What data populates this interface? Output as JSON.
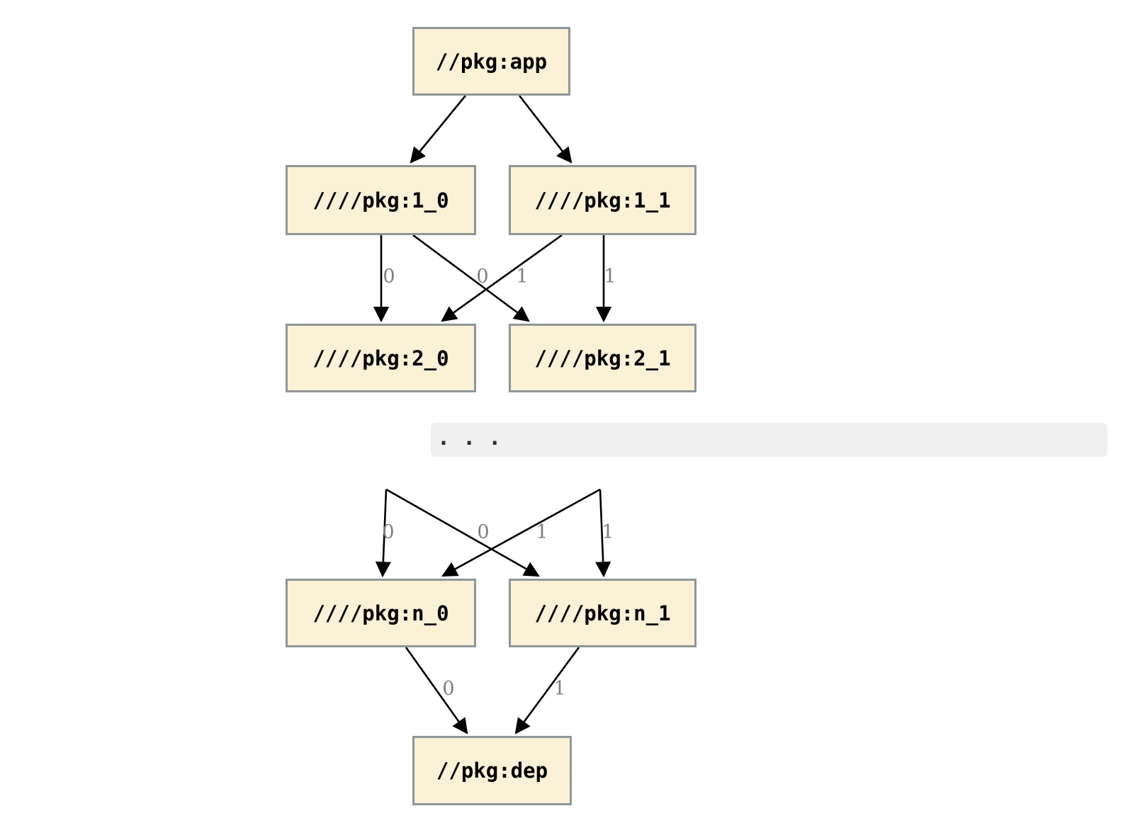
{
  "diagram": {
    "nodes": {
      "app": {
        "label": "//pkg:app"
      },
      "v1_0": {
        "label": "////pkg:1_0"
      },
      "v1_1": {
        "label": "////pkg:1_1"
      },
      "v2_0": {
        "label": "////pkg:2_0"
      },
      "v2_1": {
        "label": "////pkg:2_1"
      },
      "vn_0": {
        "label": "////pkg:n_0"
      },
      "vn_1": {
        "label": "////pkg:n_1"
      },
      "dep": {
        "label": "//pkg:dep"
      }
    },
    "ellipsis_label": ". . .",
    "edges": [
      {
        "from": "//pkg:app",
        "to": "////pkg:1_0",
        "label": ""
      },
      {
        "from": "//pkg:app",
        "to": "////pkg:1_1",
        "label": ""
      },
      {
        "from": "////pkg:1_0",
        "to": "////pkg:2_0",
        "label": "0"
      },
      {
        "from": "////pkg:1_0",
        "to": "////pkg:2_1",
        "label": "0"
      },
      {
        "from": "////pkg:1_1",
        "to": "////pkg:2_0",
        "label": "1"
      },
      {
        "from": "////pkg:1_1",
        "to": "////pkg:2_1",
        "label": "1"
      },
      {
        "from": "...",
        "to": "////pkg:n_0",
        "label": "0"
      },
      {
        "from": "...",
        "to": "////pkg:n_1",
        "label": "0"
      },
      {
        "from": "...",
        "to": "////pkg:n_0",
        "label": "1"
      },
      {
        "from": "...",
        "to": "////pkg:n_1",
        "label": "1"
      },
      {
        "from": "////pkg:n_0",
        "to": "//pkg:dep",
        "label": "0"
      },
      {
        "from": "////pkg:n_1",
        "to": "//pkg:dep",
        "label": "1"
      }
    ]
  },
  "colors": {
    "node_fill": "#faf1d6",
    "node_border": "#8f9696",
    "edge": "#000000",
    "edge_label": "#7e7e7e",
    "band_bg": "#f0f0f0",
    "ellipsis": "#2f2f2f",
    "background": "#ffffff"
  }
}
